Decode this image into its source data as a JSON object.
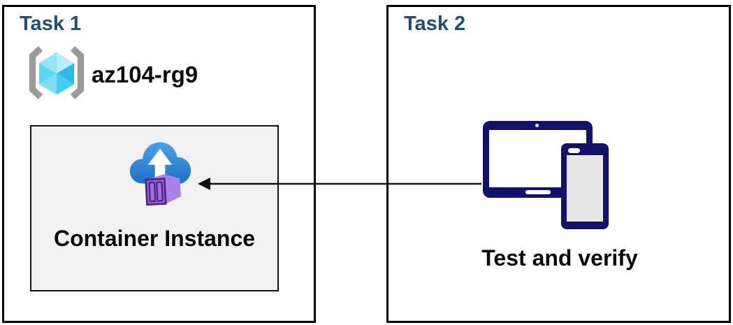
{
  "diagram": {
    "task1": {
      "title": "Task 1",
      "resource_group": {
        "icon": "resource-group-icon",
        "name": "az104-rg9"
      },
      "container_box": {
        "icon": "container-instance-icon",
        "label": "Container Instance"
      }
    },
    "task2": {
      "title": "Task 2",
      "devices_icon": "tablet-and-phone-icon",
      "label": "Test and verify"
    },
    "arrow": {
      "from": "task2-devices",
      "to": "container-instance-box",
      "direction": "right-to-left"
    },
    "colors": {
      "task_title_blue": "#1F4E79",
      "box_border_black": "#000000",
      "container_box_gray": "#f1f1f1",
      "device_navy": "#12126e",
      "phone_screen_gray": "#e7e7e7",
      "bracket_gray": "#9a9a9a",
      "cube_cyan_light": "#b9effa",
      "cube_cyan_mid": "#5cd8f4",
      "cube_cyan_dark": "#28bde7",
      "cloud_blue_top": "#4aa3e8",
      "cloud_blue_bottom": "#1a6ec5",
      "container_purple": "#965fd9",
      "container_purple_light": "#ab80ea",
      "container_purple_dark": "#53287e",
      "arrow_black": "#111111",
      "text_black": "#0b0b0b"
    }
  }
}
